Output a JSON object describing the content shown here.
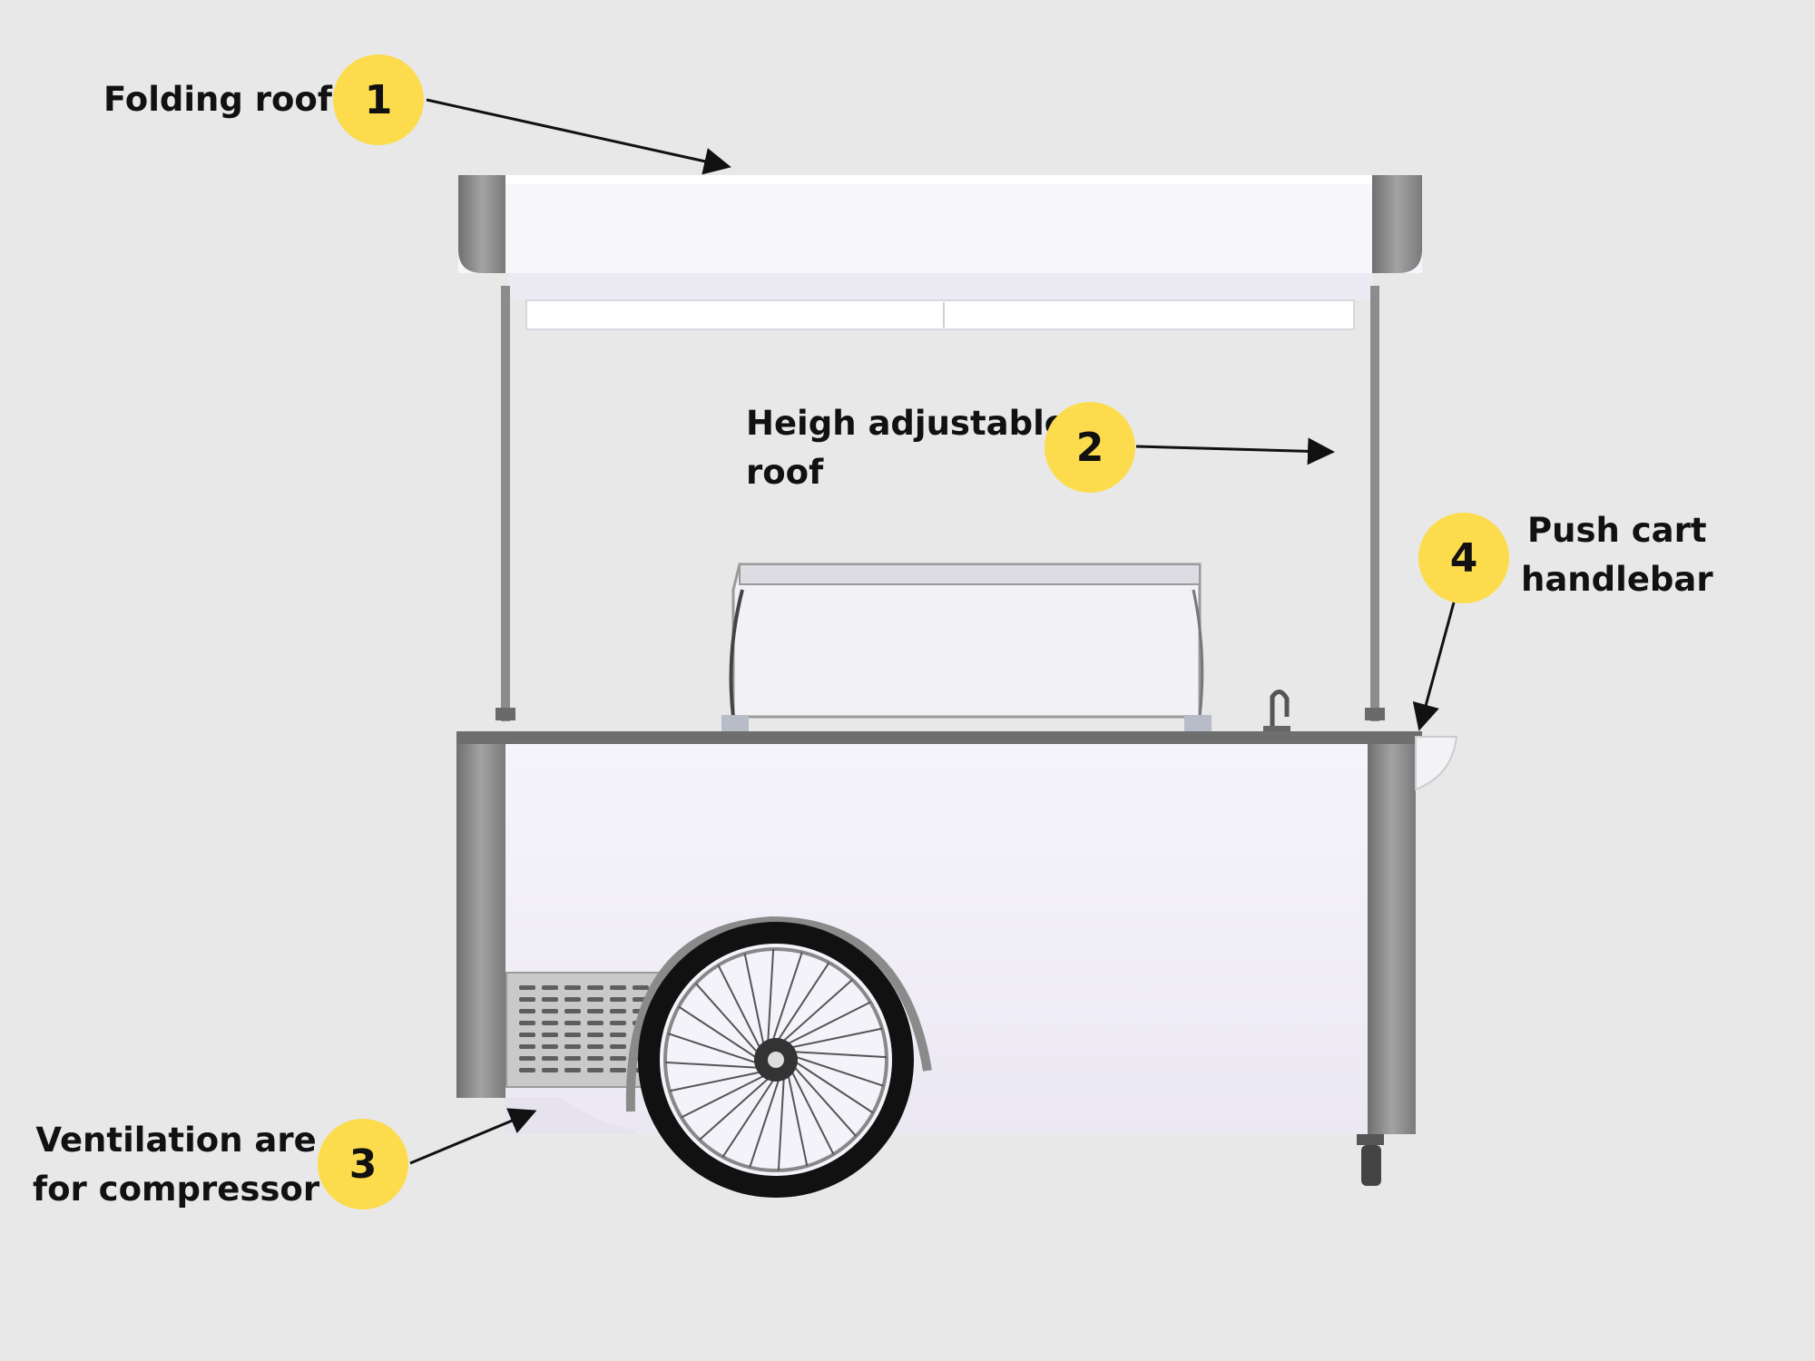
{
  "colors": {
    "background": "#e8e8e8",
    "badge_fill": "#fcdc4d",
    "cart_body": "#f4f2fa",
    "cart_trim": "#8e8e8e",
    "text": "#111111"
  },
  "callouts": [
    {
      "number": "1",
      "lines": [
        "Folding roof"
      ],
      "target": "folding-roof"
    },
    {
      "number": "2",
      "lines": [
        "Heigh adjustable",
        "roof"
      ],
      "target": "roof-pole"
    },
    {
      "number": "3",
      "lines": [
        "Ventilation are",
        "for compressor"
      ],
      "target": "ventilation-grille"
    },
    {
      "number": "4",
      "lines": [
        "Push cart",
        "handlebar"
      ],
      "target": "handlebar"
    }
  ]
}
